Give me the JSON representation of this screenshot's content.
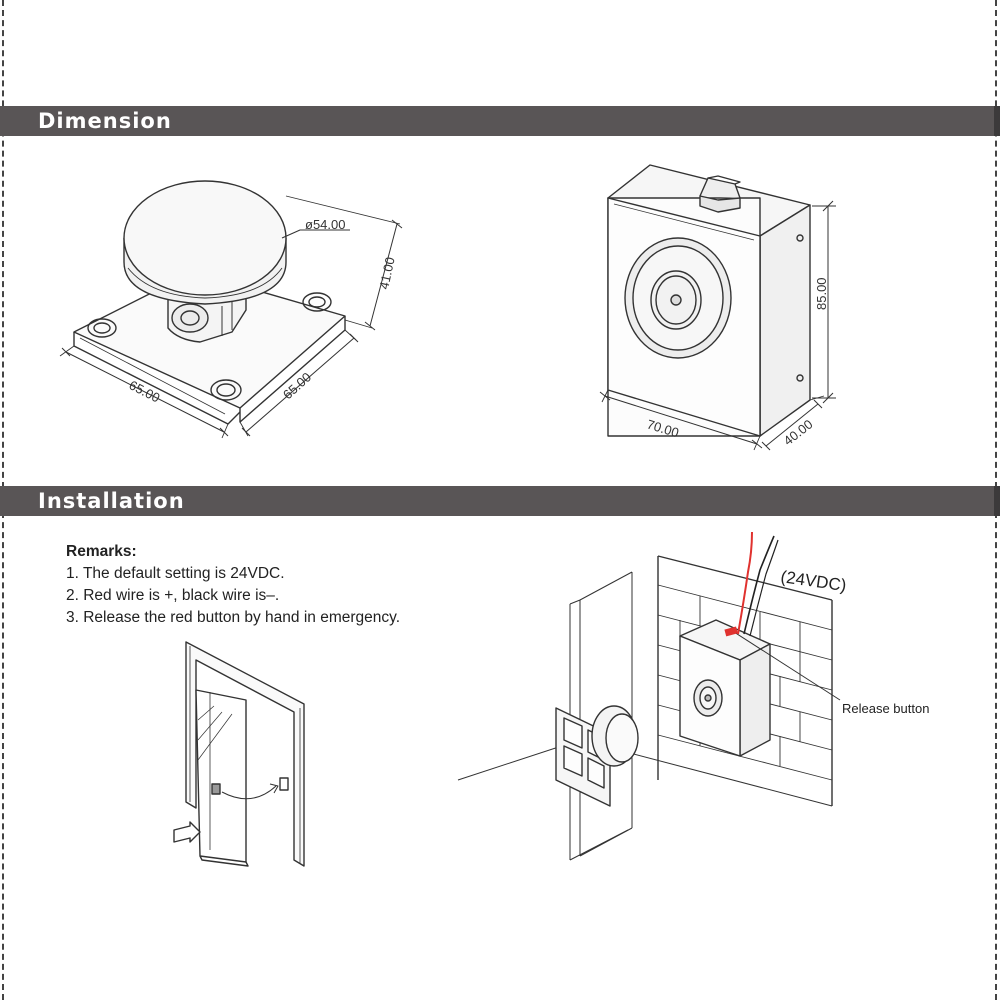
{
  "sections": {
    "dimension": "Dimension",
    "installation": "Installation"
  },
  "dimensions": {
    "plate_diameter": "ø54.00",
    "plate_height": "41.00",
    "base_width_a": "65.00",
    "base_width_b": "65.00",
    "magnet_height": "85.00",
    "magnet_width": "70.00",
    "magnet_depth": "40.00"
  },
  "remarks": {
    "heading": "Remarks:",
    "items": [
      "1. The default setting is 24VDC.",
      "2. Red wire is +, black wire is–.",
      "3. Release the red button by hand in emergency."
    ]
  },
  "callouts": {
    "voltage": "(24VDC)",
    "release_button": "Release button"
  },
  "colors": {
    "section_bar": "#595556",
    "red_wire": "#e0322f"
  }
}
